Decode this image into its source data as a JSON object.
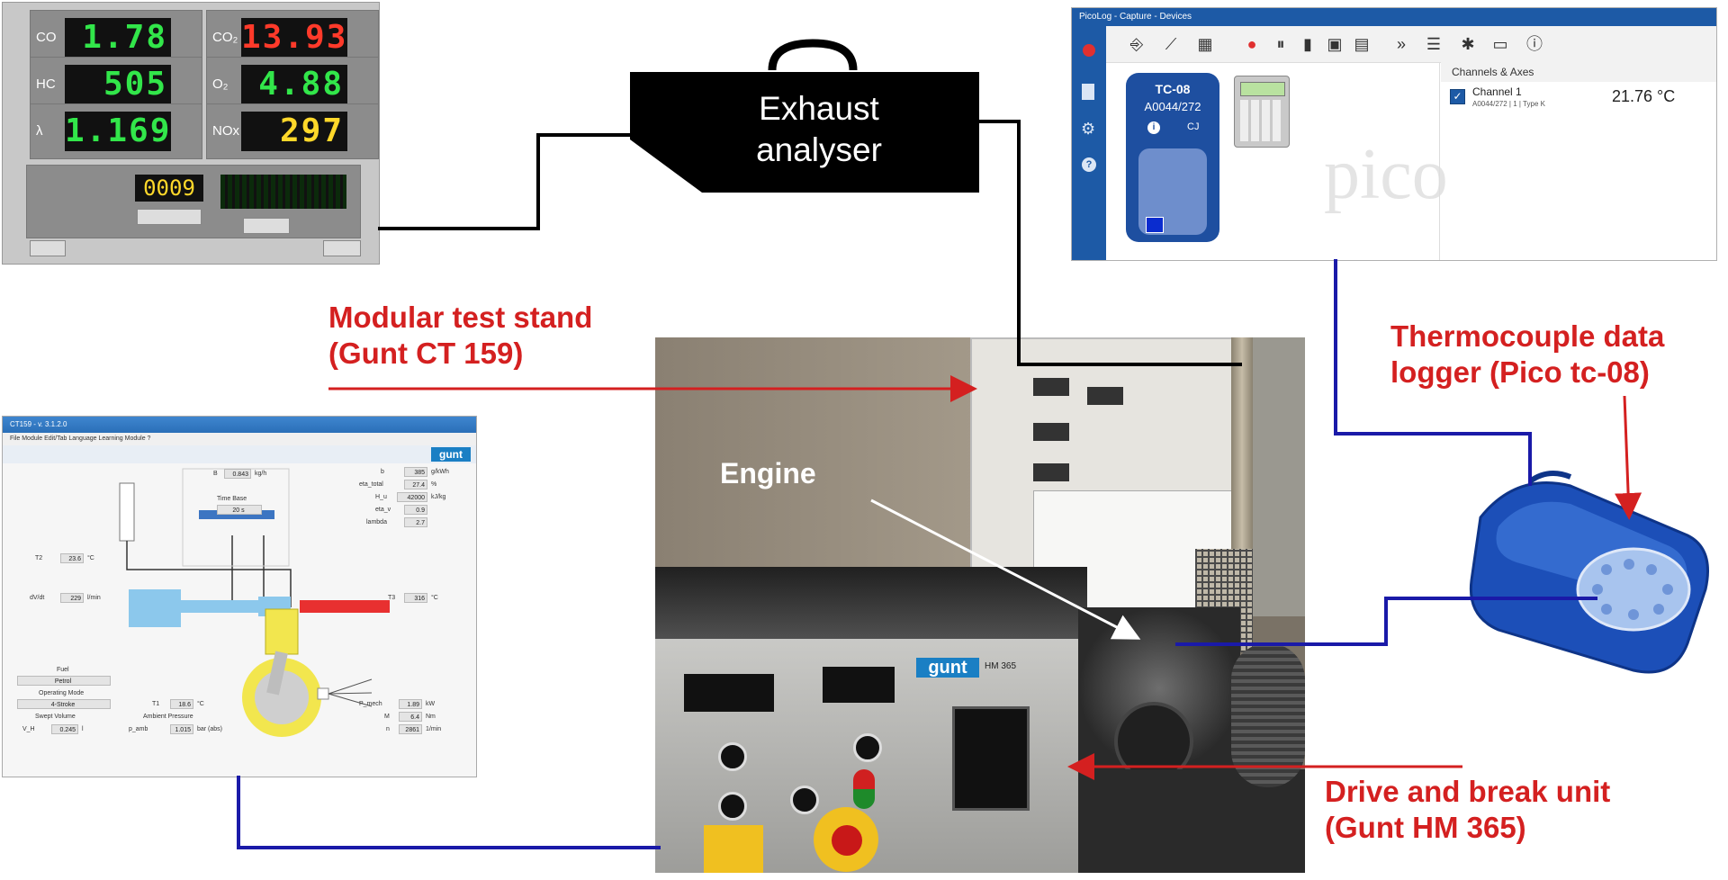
{
  "labels": {
    "exhaust_analyser_line1": "Exhaust",
    "exhaust_analyser_line2": "analyser",
    "modular_stand_line1": "Modular test stand",
    "modular_stand_line2": "(Gunt CT 159)",
    "logger_line1": "Thermocouple data",
    "logger_line2": "logger (Pico tc-08)",
    "drive_line1": "Drive and break unit",
    "drive_line2": "(Gunt HM 365)",
    "engine": "Engine"
  },
  "gas_display": {
    "cells": [
      {
        "label": "CO",
        "value": "1.78",
        "color": "green"
      },
      {
        "label": "CO₂",
        "value": "13.93",
        "color": "red"
      },
      {
        "label": "HC",
        "value": "505",
        "color": "green"
      },
      {
        "label": "O₂",
        "value": "4.88",
        "color": "green"
      },
      {
        "label": "λ",
        "value": "1.169",
        "color": "green"
      },
      {
        "label": "NOx",
        "value": "297",
        "color": "yellow"
      }
    ],
    "counter": "0009"
  },
  "picolog": {
    "title": "PicoLog - Capture - Devices",
    "device_name": "TC-08",
    "device_serial": "A0044/272",
    "cj_label": "CJ",
    "channels_header": "Channels & Axes",
    "channel_name": "Channel 1",
    "channel_sub": "A0044/272 | 1 | Type K",
    "channel_value": "21.76 °C",
    "watermark": "pico"
  },
  "engine_software": {
    "title": "CT159 - v. 3.1.2.0",
    "menu": "File   Module   Edit/Tab   Language   Learning Module   ?",
    "brand": "gunt",
    "t2_label": "T2",
    "t2_value": "23.6",
    "t2_unit": "°C",
    "dvdt_label": "dV/dt",
    "dvdt_value": "229",
    "dvdt_unit": "l/min",
    "t3_label": "T3",
    "t3_value": "316",
    "t3_unit": "°C",
    "t1_label": "T1",
    "t1_value": "18.6",
    "t1_unit": "°C",
    "b_label": "B",
    "b_value": "0.843",
    "b_unit": "kg/h",
    "timebase_label": "Time Base",
    "timebase_value": "20 s",
    "right_rows": [
      {
        "label": "b",
        "value": "385",
        "unit": "g/kWh"
      },
      {
        "label": "eta_total",
        "value": "27.4",
        "unit": "%"
      },
      {
        "label": "H_u",
        "value": "42000",
        "unit": "kJ/kg"
      },
      {
        "label": "eta_v",
        "value": "0.9",
        "unit": ""
      },
      {
        "label": "lambda",
        "value": "2.7",
        "unit": ""
      }
    ],
    "fuel_label": "Fuel",
    "fuel_value": "Petrol",
    "mode_label": "Operating Mode",
    "mode_value": "4-Stroke",
    "swept_label": "Swept Volume",
    "swept_field": "V_H",
    "swept_value": "0.245",
    "swept_unit": "l",
    "ambient_label": "Ambient Pressure",
    "ambient_field": "p_amb",
    "ambient_value": "1.015",
    "ambient_unit": "bar (abs)",
    "bottom_rows": [
      {
        "label": "P_mech",
        "value": "1.89",
        "unit": "kW"
      },
      {
        "label": "M",
        "value": "6.4",
        "unit": "Nm"
      },
      {
        "label": "n",
        "value": "2861",
        "unit": "1/min"
      }
    ]
  },
  "photo": {
    "panel_brand": "gunt",
    "panel_model": "HM 365"
  },
  "colors": {
    "arrow_red": "#d42020",
    "wire_blue": "#1a1aa8",
    "wire_black": "#000000"
  }
}
